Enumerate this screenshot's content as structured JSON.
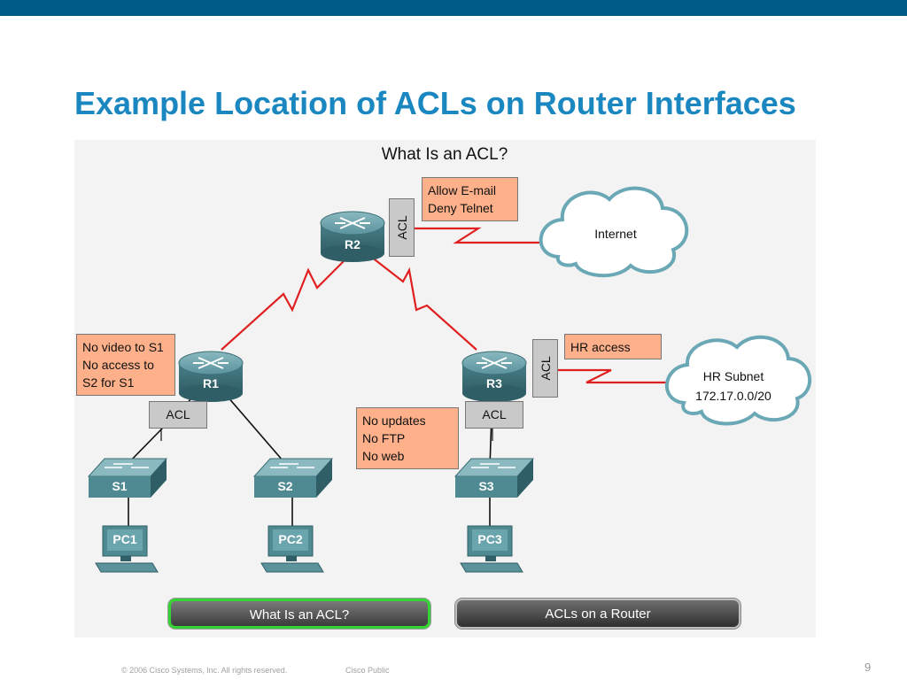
{
  "slide": {
    "title": "Example Location of ACLs on Router Interfaces",
    "page_number": "9",
    "footer_copyright": "© 2006 Cisco Systems, Inc. All rights reserved.",
    "footer_classification": "Cisco Public"
  },
  "diagram": {
    "title": "What Is an ACL?",
    "acl_label": "ACL",
    "routers": [
      "R2",
      "R1",
      "R3"
    ],
    "switches": [
      "S1",
      "S2",
      "S3"
    ],
    "pcs": [
      "PC1",
      "PC2",
      "PC3"
    ],
    "clouds": {
      "internet": "Internet",
      "hr_name": "HR Subnet",
      "hr_subnet": "172.17.0.0/20"
    },
    "notes": {
      "r2": [
        "Allow E-mail",
        "Deny Telnet"
      ],
      "r1": [
        "No video to S1",
        "No access to",
        "S2 for S1"
      ],
      "r3_mid": [
        "No updates",
        "No FTP",
        "No web"
      ],
      "r3_hr": [
        "HR access"
      ]
    },
    "colors": {
      "accent_title": "#1a87c1",
      "top_bar": "#005b86",
      "note_fill": "#fdb08a",
      "wan_link": "#e02020",
      "cloud_outline": "#6aa8b6",
      "device": "#4f8a93"
    }
  },
  "buttons": {
    "what_is_acl": "What Is an ACL?",
    "acls_on_router": "ACLs on a Router"
  }
}
